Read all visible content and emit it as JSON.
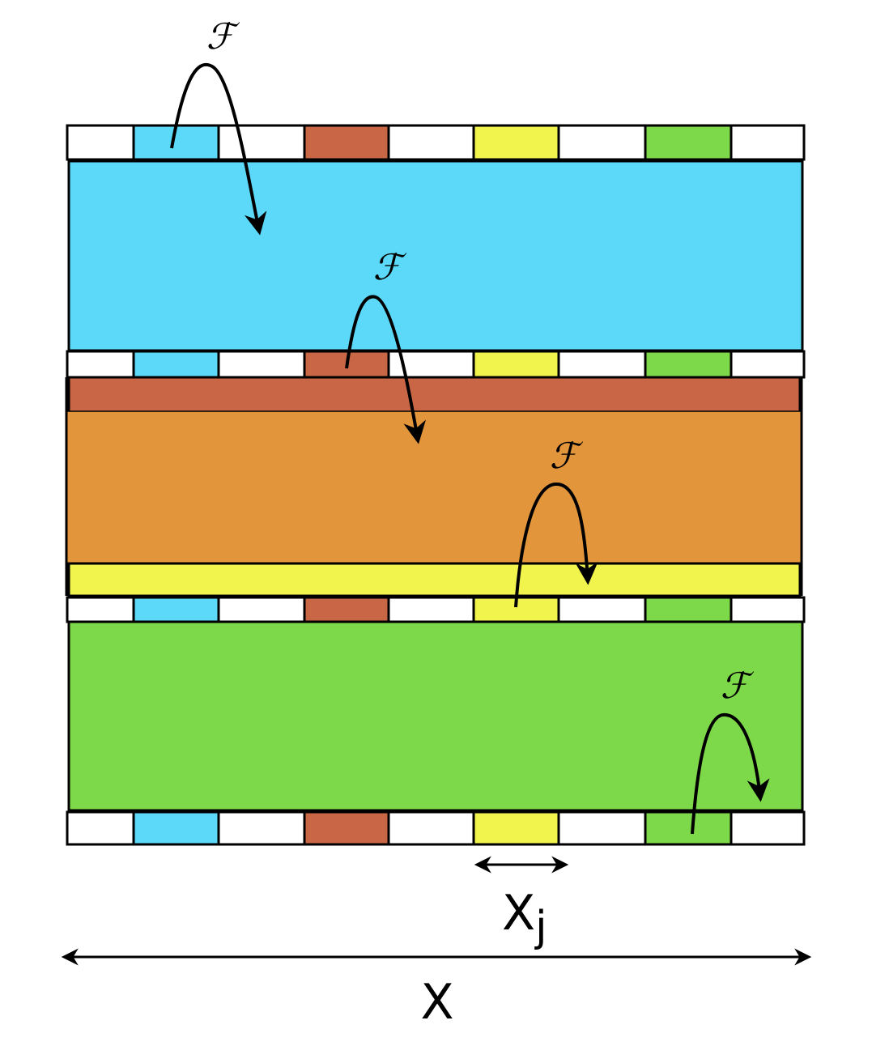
{
  "colors": {
    "cyan": "#5CD9F9",
    "brown": "#C86645",
    "yellow": "#F2F44E",
    "green": "#7DD94A",
    "orange": "#E2953A",
    "white": "#FFFFFF",
    "stroke": "#000000"
  },
  "strip_pattern": [
    "white",
    "cyan",
    "white",
    "brown",
    "white",
    "yellow",
    "white",
    "green",
    "white"
  ],
  "bands": [
    "cyan",
    "brown-orange-yellow",
    "green"
  ],
  "labels": {
    "operator": "ℱ",
    "segment_width": "X",
    "segment_width_subscript": "j",
    "total_width": "X"
  }
}
